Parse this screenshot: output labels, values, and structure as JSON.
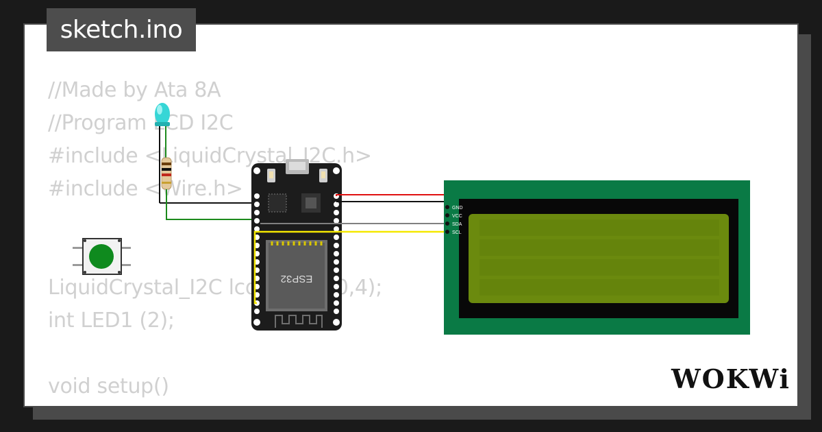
{
  "tab": {
    "filename": "sketch.ino"
  },
  "code_lines": [
    "//Made by Ata 8A",
    "//Program LCD I2C",
    "#include <LiquidCrystal_I2C.h>",
    "#include <Wire.h>",
    "",
    "",
    "LiquidCrystal_I2C lcd(0x27,20,4);",
    "int LED1 (2);",
    "",
    "void setup()",
    "{"
  ],
  "board": {
    "label": "ESP32"
  },
  "lcd": {
    "pins": [
      "GND",
      "VCC",
      "SDA",
      "SCL"
    ],
    "screen_color": "#6b8a0e",
    "pcb_color": "#0a7a45"
  },
  "brand": {
    "logo_text": "WOKWi"
  },
  "colors": {
    "background": "#1a1a1a",
    "card": "#ffffff",
    "code_text": "#d0d0d0",
    "wire_red": "#e01010",
    "wire_black": "#111111",
    "wire_gray": "#808080",
    "wire_yellow": "#f5e800",
    "wire_green": "#1c8a1c",
    "led_color": "#36d6d6",
    "button_color": "#0f8a1e"
  },
  "icons": [
    "led-icon",
    "resistor-icon",
    "pushbutton-icon",
    "esp32-board-icon",
    "lcd-2004-icon",
    "wokwi-logo"
  ]
}
